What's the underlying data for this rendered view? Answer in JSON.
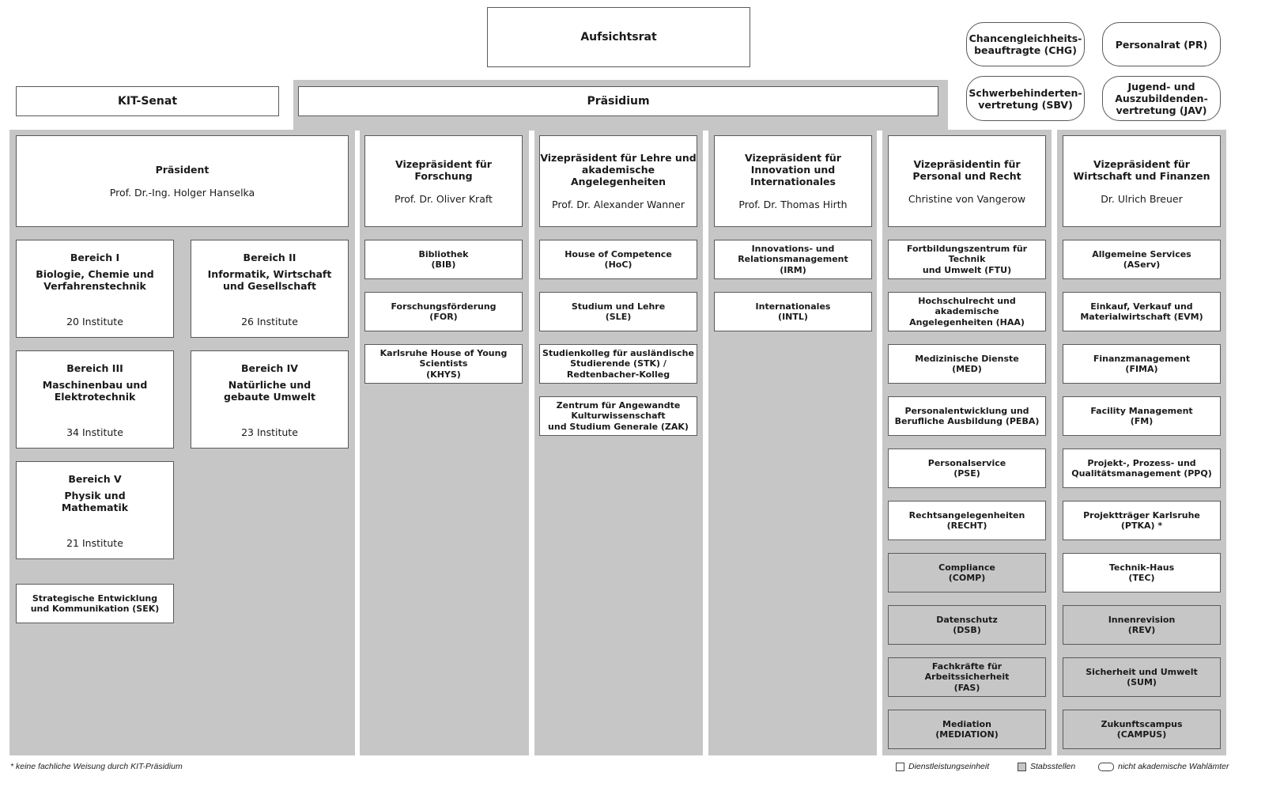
{
  "top": {
    "aufsichtsrat": "Aufsichtsrat",
    "senat": "KIT-Senat",
    "praesidium": "Präsidium"
  },
  "representatives": [
    {
      "label": "Chancengleichheits-\nbeauftragte (CHG)"
    },
    {
      "label": "Personalrat (PR)"
    },
    {
      "label": "Schwerbehinderten-\nvertretung (SBV)"
    },
    {
      "label": "Jugend- und\nAuszubildenden-\nvertretung (JAV)"
    }
  ],
  "president": {
    "title": "Präsident",
    "name": "Prof. Dr.-Ing. Holger Hanselka",
    "bereiche": [
      {
        "title": "Bereich I",
        "subtitle": "Biologie, Chemie und\nVerfahrenstechnik",
        "count": "20 Institute"
      },
      {
        "title": "Bereich II",
        "subtitle": "Informatik, Wirtschaft\nund Gesellschaft",
        "count": "26 Institute"
      },
      {
        "title": "Bereich III",
        "subtitle": "Maschinenbau und\nElektrotechnik",
        "count": "34 Institute"
      },
      {
        "title": "Bereich IV",
        "subtitle": "Natürliche und\ngebaute Umwelt",
        "count": "23 Institute"
      },
      {
        "title": "Bereich V",
        "subtitle": "Physik und\nMathematik",
        "count": "21 Institute"
      }
    ],
    "sek": "Strategische Entwicklung\nund Kommunikation (SEK)"
  },
  "vps": [
    {
      "title": "Vizepräsident für\nForschung",
      "name": "Prof. Dr. Oliver Kraft",
      "units": [
        {
          "label": "Bibliothek\n(BIB)",
          "staff": false
        },
        {
          "label": "Forschungsförderung\n(FOR)",
          "staff": false
        },
        {
          "label": "Karlsruhe House of Young Scientists\n(KHYS)",
          "staff": false
        }
      ]
    },
    {
      "title": "Vizepräsident für Lehre und\nakademische Angelegenheiten",
      "name": "Prof. Dr. Alexander Wanner",
      "units": [
        {
          "label": "House of Competence\n(HoC)",
          "staff": false
        },
        {
          "label": "Studium und Lehre\n(SLE)",
          "staff": false
        },
        {
          "label": "Studienkolleg für ausländische\nStudierende (STK) /\nRedtenbacher-Kolleg",
          "staff": false
        },
        {
          "label": "Zentrum für Angewandte\nKulturwissenschaft\nund Studium Generale (ZAK)",
          "staff": false
        }
      ]
    },
    {
      "title": "Vizepräsident für\nInnovation und Internationales",
      "name": "Prof. Dr. Thomas Hirth",
      "units": [
        {
          "label": "Innovations- und\nRelationsmanagement\n(IRM)",
          "staff": false
        },
        {
          "label": "Internationales\n(INTL)",
          "staff": false
        }
      ]
    },
    {
      "title": "Vizepräsidentin für\nPersonal und Recht",
      "name": "Christine von Vangerow",
      "units": [
        {
          "label": "Fortbildungszentrum für Technik\nund Umwelt (FTU)",
          "staff": false
        },
        {
          "label": "Hochschulrecht und akademische\nAngelegenheiten (HAA)",
          "staff": false
        },
        {
          "label": "Medizinische Dienste\n(MED)",
          "staff": false
        },
        {
          "label": "Personalentwicklung und\nBerufliche Ausbildung (PEBA)",
          "staff": false
        },
        {
          "label": "Personalservice\n(PSE)",
          "staff": false
        },
        {
          "label": "Rechtsangelegenheiten\n(RECHT)",
          "staff": false
        },
        {
          "label": "Compliance\n(COMP)",
          "staff": true
        },
        {
          "label": "Datenschutz\n(DSB)",
          "staff": true
        },
        {
          "label": "Fachkräfte für Arbeitssicherheit\n(FAS)",
          "staff": true
        },
        {
          "label": "Mediation\n(MEDIATION)",
          "staff": true
        }
      ]
    },
    {
      "title": "Vizepräsident für\nWirtschaft und Finanzen",
      "name": "Dr. Ulrich Breuer",
      "units": [
        {
          "label": "Allgemeine Services\n(AServ)",
          "staff": false
        },
        {
          "label": "Einkauf, Verkauf und\nMaterialwirtschaft (EVM)",
          "staff": false
        },
        {
          "label": "Finanzmanagement\n(FIMA)",
          "staff": false
        },
        {
          "label": "Facility Management\n(FM)",
          "staff": false
        },
        {
          "label": "Projekt-, Prozess- und\nQualitätsmanagement (PPQ)",
          "staff": false
        },
        {
          "label": "Projektträger Karlsruhe\n(PTKA) *",
          "staff": false
        },
        {
          "label": "Technik-Haus\n(TEC)",
          "staff": false
        },
        {
          "label": "Innenrevision\n(REV)",
          "staff": true
        },
        {
          "label": "Sicherheit und Umwelt\n(SUM)",
          "staff": true
        },
        {
          "label": "Zukunftscampus\n(CAMPUS)",
          "staff": true
        }
      ]
    }
  ],
  "footnote": "* keine fachliche Weisung durch KIT-Präsidium",
  "legend": {
    "service_unit": "Dienstleistungseinheit",
    "staff_unit": "Stabsstellen",
    "electoral_office": "nicht akademische Wahlämter"
  },
  "colors": {
    "staff": "#c6c6c6",
    "border": "#5a5a5a"
  }
}
